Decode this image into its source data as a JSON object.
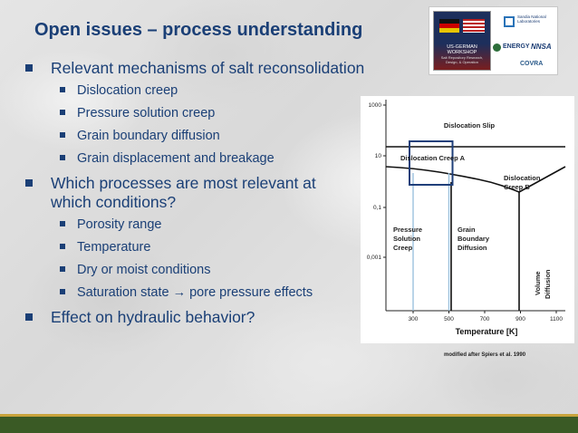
{
  "slide": {
    "title": "Open issues – process understanding",
    "bullets": [
      {
        "text": "Relevant mechanisms of salt reconsolidation",
        "sub": [
          "Dislocation creep",
          "Pressure solution creep",
          "Grain boundary diffusion",
          "Grain displacement and breakage"
        ]
      },
      {
        "text": "Which processes are most relevant at which conditions?",
        "sub": [
          "Porosity range",
          "Temperature",
          "Dry or moist conditions",
          "Saturation state → pore pressure effects"
        ]
      },
      {
        "text": "Effect on hydraulic behavior?",
        "sub": []
      }
    ],
    "citation": "modified after Spiers et al. 1990"
  },
  "logos": {
    "workshop_title": "US-GERMAN WORKSHOP",
    "workshop_subtitle": "Salt Repository Research, Design, & Operation",
    "sandia": "Sandia National Laboratories",
    "energy": "ENERGY",
    "nnsa": "NNSA",
    "covra": "COVRA"
  },
  "chart_data": {
    "type": "diagram",
    "xlabel": "Temperature [K]",
    "x_ticks": [
      300,
      500,
      700,
      900,
      1100
    ],
    "y_ticks": [
      "1000",
      "10",
      "0,1",
      "0,001"
    ],
    "regions": [
      "Dislocation Slip",
      "Dislocation Creep A",
      "Dislocation Creep B",
      "Pressure Solution Creep",
      "Grain Boundary Diffusion",
      "Volume Diffusion"
    ],
    "highlight_x_range": [
      300,
      500
    ],
    "colors": {
      "highlight_box": "#1f3f7a",
      "highlight_lines": "#9cc2de",
      "curve": "#111111"
    }
  },
  "colors": {
    "title": "#1a3f76",
    "footer_green": "#3a5a25",
    "footer_gold": "#c8a33c"
  }
}
